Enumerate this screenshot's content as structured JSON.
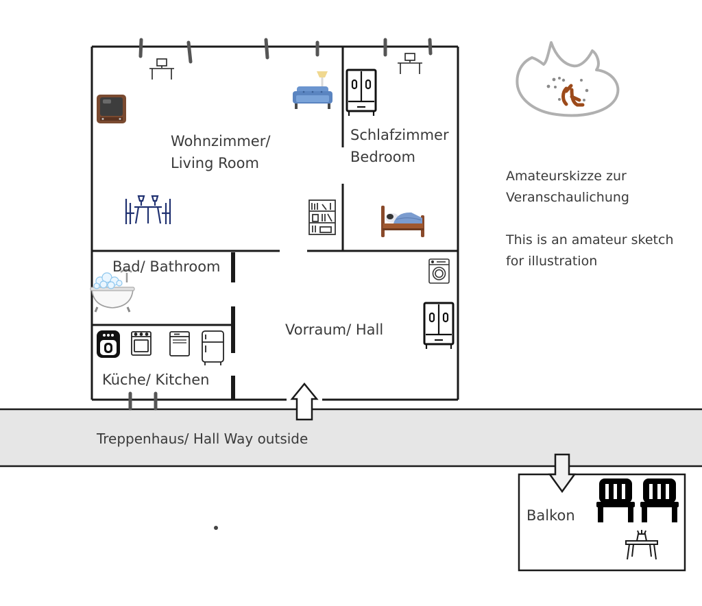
{
  "rooms": {
    "living": "Wohnzimmer/\nLiving Room",
    "bedroom": "Schlafzimmer\nBedroom",
    "bathroom": "Bad/ Bathroom",
    "kitchen": "Küche/ Kitchen",
    "hall": "Vorraum/ Hall",
    "stairwell": "Treppenhaus/ Hall Way outside",
    "balcony": "Balkon"
  },
  "notes": {
    "german": "Amateurskizze zur\nVeranschaulichung",
    "english": "This is an amateur sketch\nfor illustration"
  },
  "colors": {
    "wall": "#1a1a1a",
    "corridor": "#e6e6e6",
    "sofa": "#6b95cf",
    "wood": "#8a4a2a",
    "doodle_outline": "#b0b0b0",
    "doodle_mark": "#9c4a1a"
  }
}
